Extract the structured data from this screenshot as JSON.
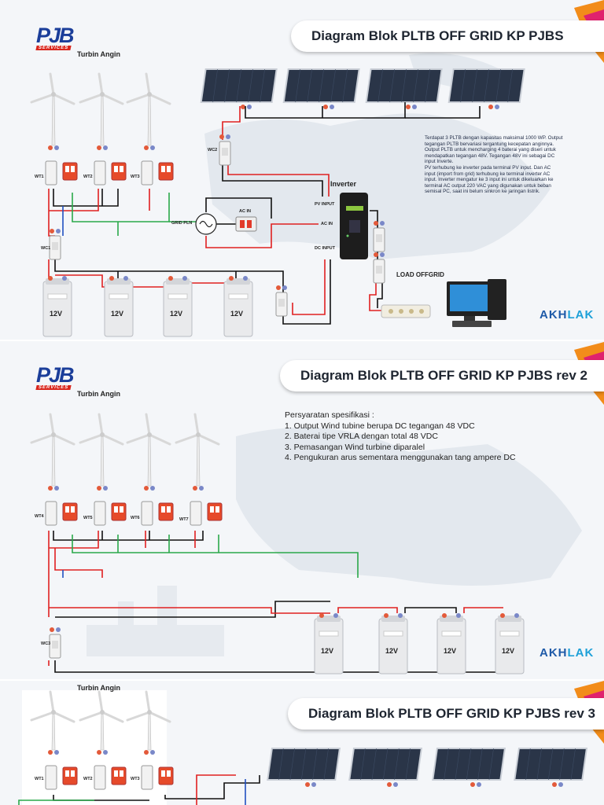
{
  "logo": {
    "mark": "PJB",
    "sub": "SERVICES"
  },
  "brand_mark": {
    "left": "AKH",
    "right": "LAK"
  },
  "slide1": {
    "title": "Diagram Blok PLTB OFF GRID KP PJBS",
    "turbin_label": "Turbin Angin",
    "turbines": [
      "WT1",
      "WT2",
      "WT3"
    ],
    "wc_labels": [
      "WC1",
      "WC2"
    ],
    "grid_label": "GRID PLN",
    "ac_in_label": "AC IN",
    "inverter_label": "Inverter",
    "pv_input_label": "PV INPUT",
    "ac_in_inv_label": "AC IN",
    "dc_input_label": "DC INPUT",
    "load_label": "LOAD OFFGRID",
    "battery_label": "12V",
    "description": [
      "Terdapat 3 PLTB dengan kapasitas maksimal 1000 WP. Output",
      "tegangan PLTB bervariasi tergantung kecepatan anginnya.",
      "Output PLTB untuk mencharging 4 baterai yang diseri untuk",
      "mendapatkan tegangan 48V. Tegangan 48V ini sebagai DC",
      "input Inverte.",
      "PV terhubung ke inverter pada terminal PV input. Dan AC",
      "input (import from grid)  terhubung ke terminal inverter AC",
      "input. Inverter mengatur ke 3 input ini untuk dikeluarkan ke",
      "terminal AC output 220 VAC yang digunakan untuk beban",
      "semisal PC, saat ini belum sinkron ke jaringan listrik."
    ]
  },
  "slide2": {
    "title": "Diagram Blok PLTB OFF GRID KP PJBS rev 2",
    "turbin_label": "Turbin Angin",
    "turbines": [
      "WT4",
      "WT5",
      "WT6",
      "WT7"
    ],
    "wc_label": "WC3",
    "battery_label": "12V",
    "requirements_title": "Persyaratan spesifikasi :",
    "requirements": [
      "1. Output Wind tubine berupa DC  tegangan 48 VDC",
      "2. Baterai tipe VRLA dengan total 48 VDC",
      "3. Pemasangan Wind turbine diparalel",
      "4. Pengukuran arus sementara menggunakan tang ampere DC"
    ]
  },
  "slide3": {
    "title": "Diagram Blok PLTB OFF GRID KP PJBS rev 3",
    "turbin_label": "Turbin Angin",
    "turbines": [
      "WT1",
      "WT2",
      "WT3"
    ]
  },
  "colors": {
    "brand_blue": "#1b3e9a",
    "brand_red": "#d9261c",
    "wire_red": "#e02020",
    "wire_black": "#111111",
    "wire_green": "#2aa84a",
    "wire_blue": "#2050c0",
    "accent_orange": "#f28c1a"
  }
}
